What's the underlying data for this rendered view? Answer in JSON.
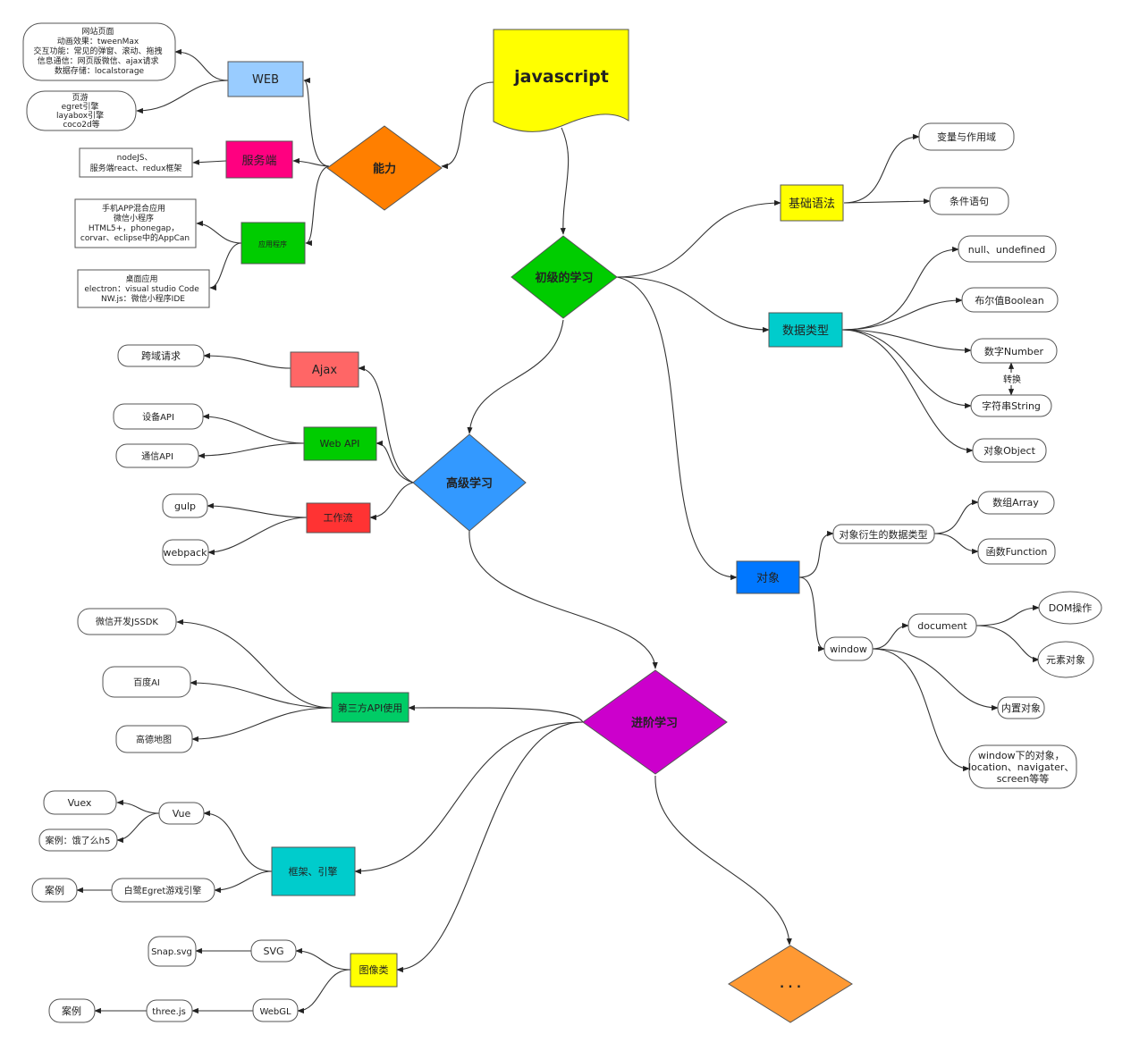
{
  "diagram": {
    "root": {
      "label": "javascript",
      "fill": "#ffff00"
    },
    "ability": {
      "label": "能力",
      "web": {
        "label": "WEB",
        "note": [
          "网站页面",
          "动画效果：tweenMax",
          "交互功能：常见的弹窗、滚动、拖拽",
          "信息通信：网页版微信、ajax请求",
          "数据存储：localstorage"
        ],
        "games": [
          "页游",
          "egret引擎",
          "layabox引擎",
          "coco2d等"
        ]
      },
      "server": {
        "label": "服务端",
        "note": [
          "nodeJS、",
          "服务端react、redux框架"
        ]
      },
      "app": {
        "label": "应用程序",
        "mobile": [
          "手机APP混合应用",
          "微信小程序",
          "HTML5+，phonegap，",
          "corvar、eclipse中的AppCan"
        ],
        "desktop": [
          "桌面应用",
          "electron：visual studio Code",
          "NW.js：微信小程序IDE"
        ]
      }
    },
    "basic": {
      "label": "初级的学习",
      "syntax": {
        "label": "基础语法",
        "children": [
          "变量与作用域",
          "条件语句"
        ]
      },
      "types": {
        "label": "数据类型",
        "children": [
          "null、undefined",
          "布尔值Boolean",
          "数字Number",
          "字符串String",
          "对象Object"
        ],
        "convert": "转换"
      },
      "object": {
        "label": "对象",
        "derived": {
          "label": "对象衍生的数据类型",
          "children": [
            "数组Array",
            "函数Function"
          ]
        },
        "window": {
          "label": "window",
          "document": {
            "label": "document",
            "children": [
              "DOM操作",
              "元素对象"
            ]
          },
          "builtin": "内置对象",
          "others": [
            "window下的对象，",
            "location、navigater、",
            "screen等等"
          ]
        }
      }
    },
    "advanced": {
      "label": "高级学习",
      "ajax": {
        "label": "Ajax",
        "children": [
          "跨域请求"
        ]
      },
      "webapi": {
        "label": "Web API",
        "children": [
          "设备API",
          "通信API"
        ]
      },
      "workflow": {
        "label": "工作流",
        "children": [
          "gulp",
          "webpack"
        ]
      }
    },
    "expert": {
      "label": "进阶学习",
      "thirdparty": {
        "label": "第三方API使用",
        "children": [
          "微信开发JSSDK",
          "百度AI",
          "高德地图"
        ]
      },
      "frameworks": {
        "label": "框架、引擎",
        "vue": {
          "label": "Vue",
          "children": [
            "Vuex",
            "案例：饿了么h5"
          ]
        },
        "egret": {
          "label": "白鹭Egret游戏引擎",
          "children": [
            "案例"
          ]
        }
      },
      "graphics": {
        "label": "图像类",
        "svg": {
          "label": "SVG",
          "children": [
            "Snap.svg"
          ]
        },
        "webgl": {
          "label": "WebGL",
          "threejs": "three.js",
          "children": [
            "案例"
          ]
        }
      }
    },
    "more": {
      "label": ". . ."
    }
  },
  "colors": {
    "yellow": "#ffff00",
    "orange": "#ff7f00",
    "green": "#00cc00",
    "blue": "#3399ff",
    "purple": "#cc00cc",
    "lightorange": "#ff9933",
    "lightblue": "#99ccff",
    "pink": "#ff0080",
    "salmon": "#ff6666",
    "red": "#ff3333",
    "teal": "#00cccc",
    "navy": "#0077ff",
    "emerald": "#00cc66"
  }
}
